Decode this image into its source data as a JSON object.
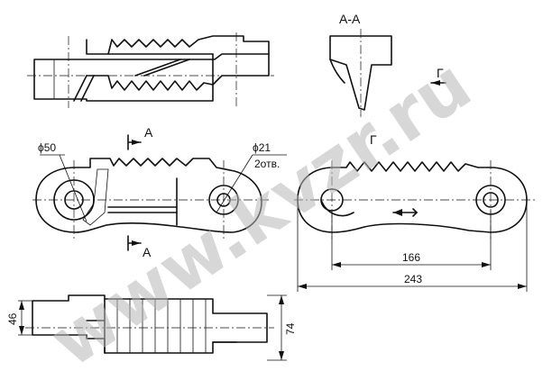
{
  "section_title": "А-А",
  "section_mark_top": "А",
  "section_mark_bottom": "А",
  "view_mark": "Г",
  "view_mark_2": "Г",
  "dim_phi50": "ϕ50",
  "dim_phi21": "ϕ21",
  "dim_holes": "2отв.",
  "dim_166": "166",
  "dim_243": "243",
  "dim_46": "46",
  "dim_74": "74",
  "watermark": "www.kvzr.ru"
}
